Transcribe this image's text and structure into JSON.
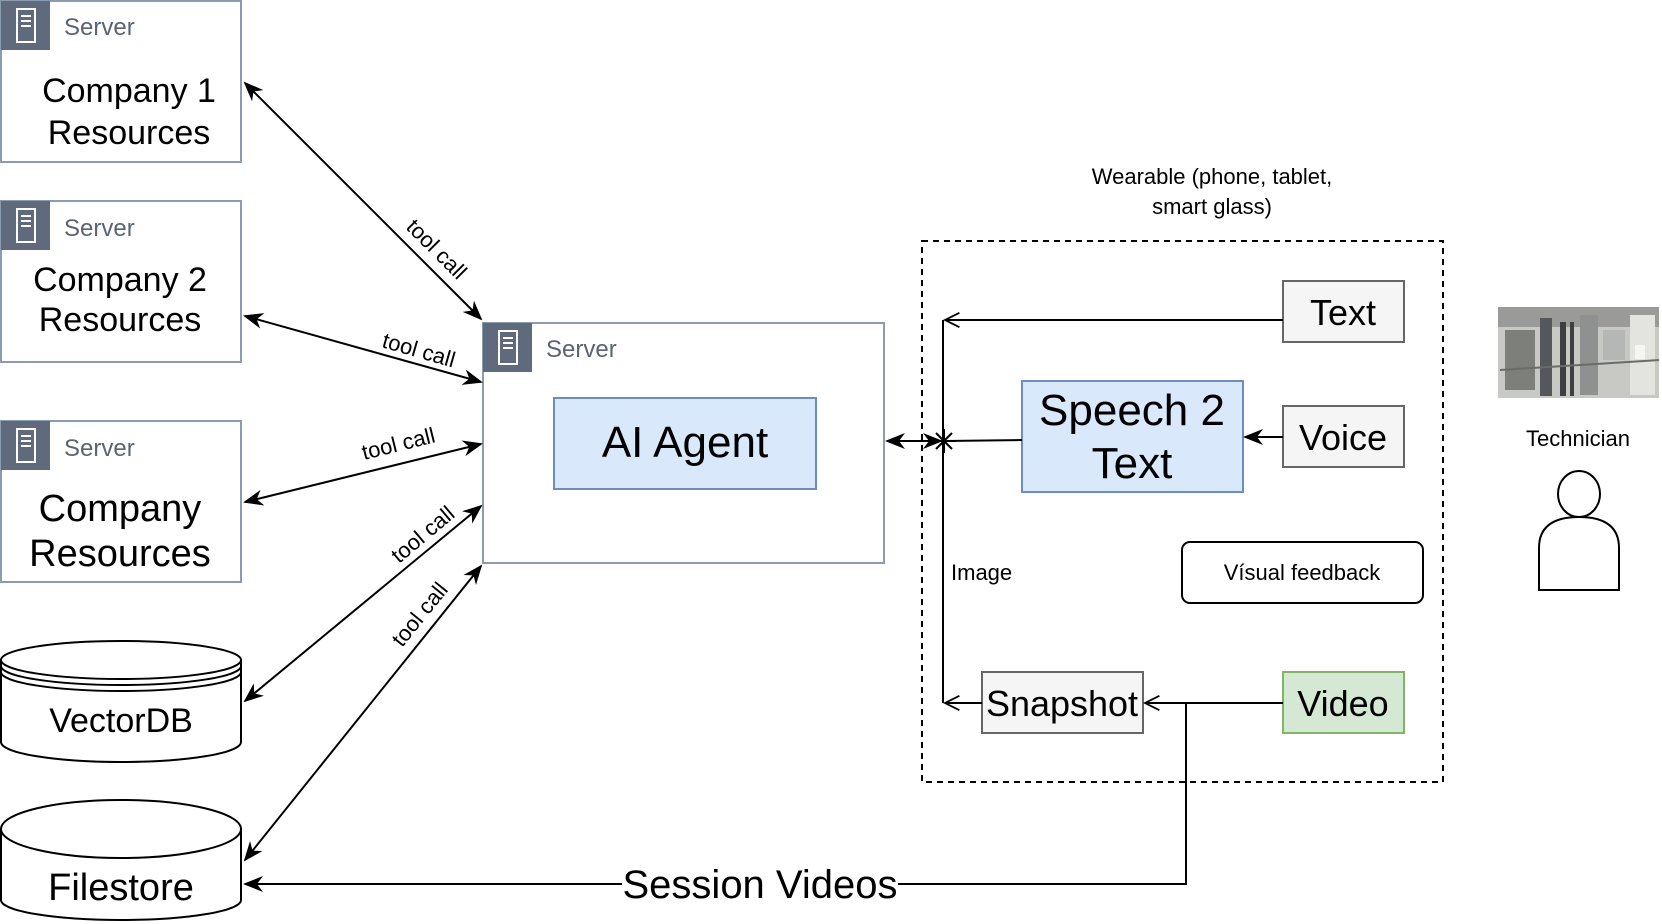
{
  "servers": [
    {
      "tag": "Server",
      "name": [
        "Company 1",
        "Resources"
      ]
    },
    {
      "tag": "Server",
      "name": [
        "Company 2",
        "Resources"
      ]
    },
    {
      "tag": "Server",
      "name": [
        "Company",
        "Resources"
      ]
    }
  ],
  "databases": {
    "vector": "VectorDB",
    "file": "Filestore"
  },
  "agent_server": {
    "tag": "Server",
    "agent": "AI Agent"
  },
  "edges": {
    "tool_call": "tool call",
    "image": "Image",
    "session_videos": "Session Videos"
  },
  "wearable": {
    "title": [
      "Wearable (phone, tablet,",
      "smart glass)"
    ],
    "text": "Text",
    "speech2text": [
      "Speech 2",
      "Text"
    ],
    "voice": "Voice",
    "visual_feedback": "Vísual feedback",
    "snapshot": "Snapshot",
    "video": "Video"
  },
  "technician": {
    "label": "Technician"
  },
  "colors": {
    "server_border": "#8b9bb0",
    "server_icon_bg": "#5f6b7c",
    "agent_fill": "#dae8fc",
    "agent_border": "#6c8ebf",
    "gray_fill": "#f5f5f5",
    "gray_border": "#666666",
    "green_fill": "#d5e8d4",
    "green_border": "#82b366"
  }
}
